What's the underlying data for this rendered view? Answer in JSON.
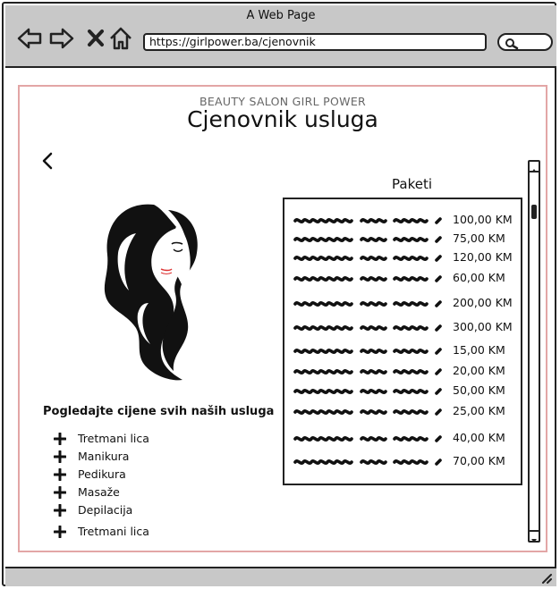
{
  "browser": {
    "window_title": "A Web Page",
    "url": "https://girlpower.ba/cjenovnik"
  },
  "page": {
    "subtitle": "BEAUTY SALON GIRL POWER",
    "title": "Cjenovnik usluga",
    "prompt": "Pogledajte cijene svih naših usluga",
    "categories": [
      {
        "label": "Tretmani lica"
      },
      {
        "label": "Manikura"
      },
      {
        "label": "Pedikura"
      },
      {
        "label": "Masaže"
      },
      {
        "label": "Depilacija"
      },
      {
        "label": "Tretmani lica"
      }
    ],
    "packages": {
      "title": "Paketi",
      "items": [
        {
          "price": "100,00 KM"
        },
        {
          "price": "75,00 KM"
        },
        {
          "price": "120,00 KM"
        },
        {
          "price": "60,00 KM"
        },
        {
          "price": "200,00 KM"
        },
        {
          "price": "300,00 KM"
        },
        {
          "price": "15,00 KM"
        },
        {
          "price": "20,00 KM"
        },
        {
          "price": "50,00 KM"
        },
        {
          "price": "25,00 KM"
        },
        {
          "price": "40,00 KM"
        },
        {
          "price": "70,00 KM"
        }
      ]
    }
  },
  "colors": {
    "page_border": "#e3a6a6",
    "chrome_bg": "#c8c8c8",
    "ink": "#111111"
  },
  "icons": [
    "back-arrow-icon",
    "forward-arrow-icon",
    "close-icon",
    "home-icon",
    "search-icon",
    "chevron-left-icon",
    "plus-icon",
    "scroll-up-icon",
    "scroll-down-icon",
    "resize-grip-icon"
  ]
}
